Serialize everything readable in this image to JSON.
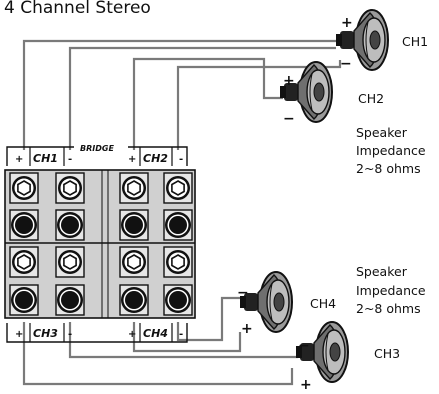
{
  "title": "4 Channel Stereo",
  "amp": {
    "bridge_label": "BRIDGE",
    "top_channels": [
      {
        "label": "CH1",
        "plus": "+",
        "minus": "-"
      },
      {
        "label": "CH2",
        "plus": "+",
        "minus": "-"
      }
    ],
    "bottom_channels": [
      {
        "label": "CH3",
        "plus": "+",
        "minus": "-"
      },
      {
        "label": "CH4",
        "plus": "+",
        "minus": "-"
      }
    ]
  },
  "speakers": {
    "ch1": {
      "label": "CH1",
      "plus": "+",
      "minus": "−"
    },
    "ch2": {
      "label": "CH2",
      "plus": "+",
      "minus": "−"
    },
    "ch4": {
      "label": "CH4",
      "plus": "+",
      "minus": "−"
    },
    "ch3": {
      "label": "CH3",
      "plus": "+",
      "minus": "−"
    }
  },
  "impedance_top": {
    "line1": "Speaker",
    "line2": "Impedance",
    "line3": "2~8 ohms"
  },
  "impedance_bottom": {
    "line1": "Speaker",
    "line2": "Impedance",
    "line3": "2~8 ohms"
  }
}
